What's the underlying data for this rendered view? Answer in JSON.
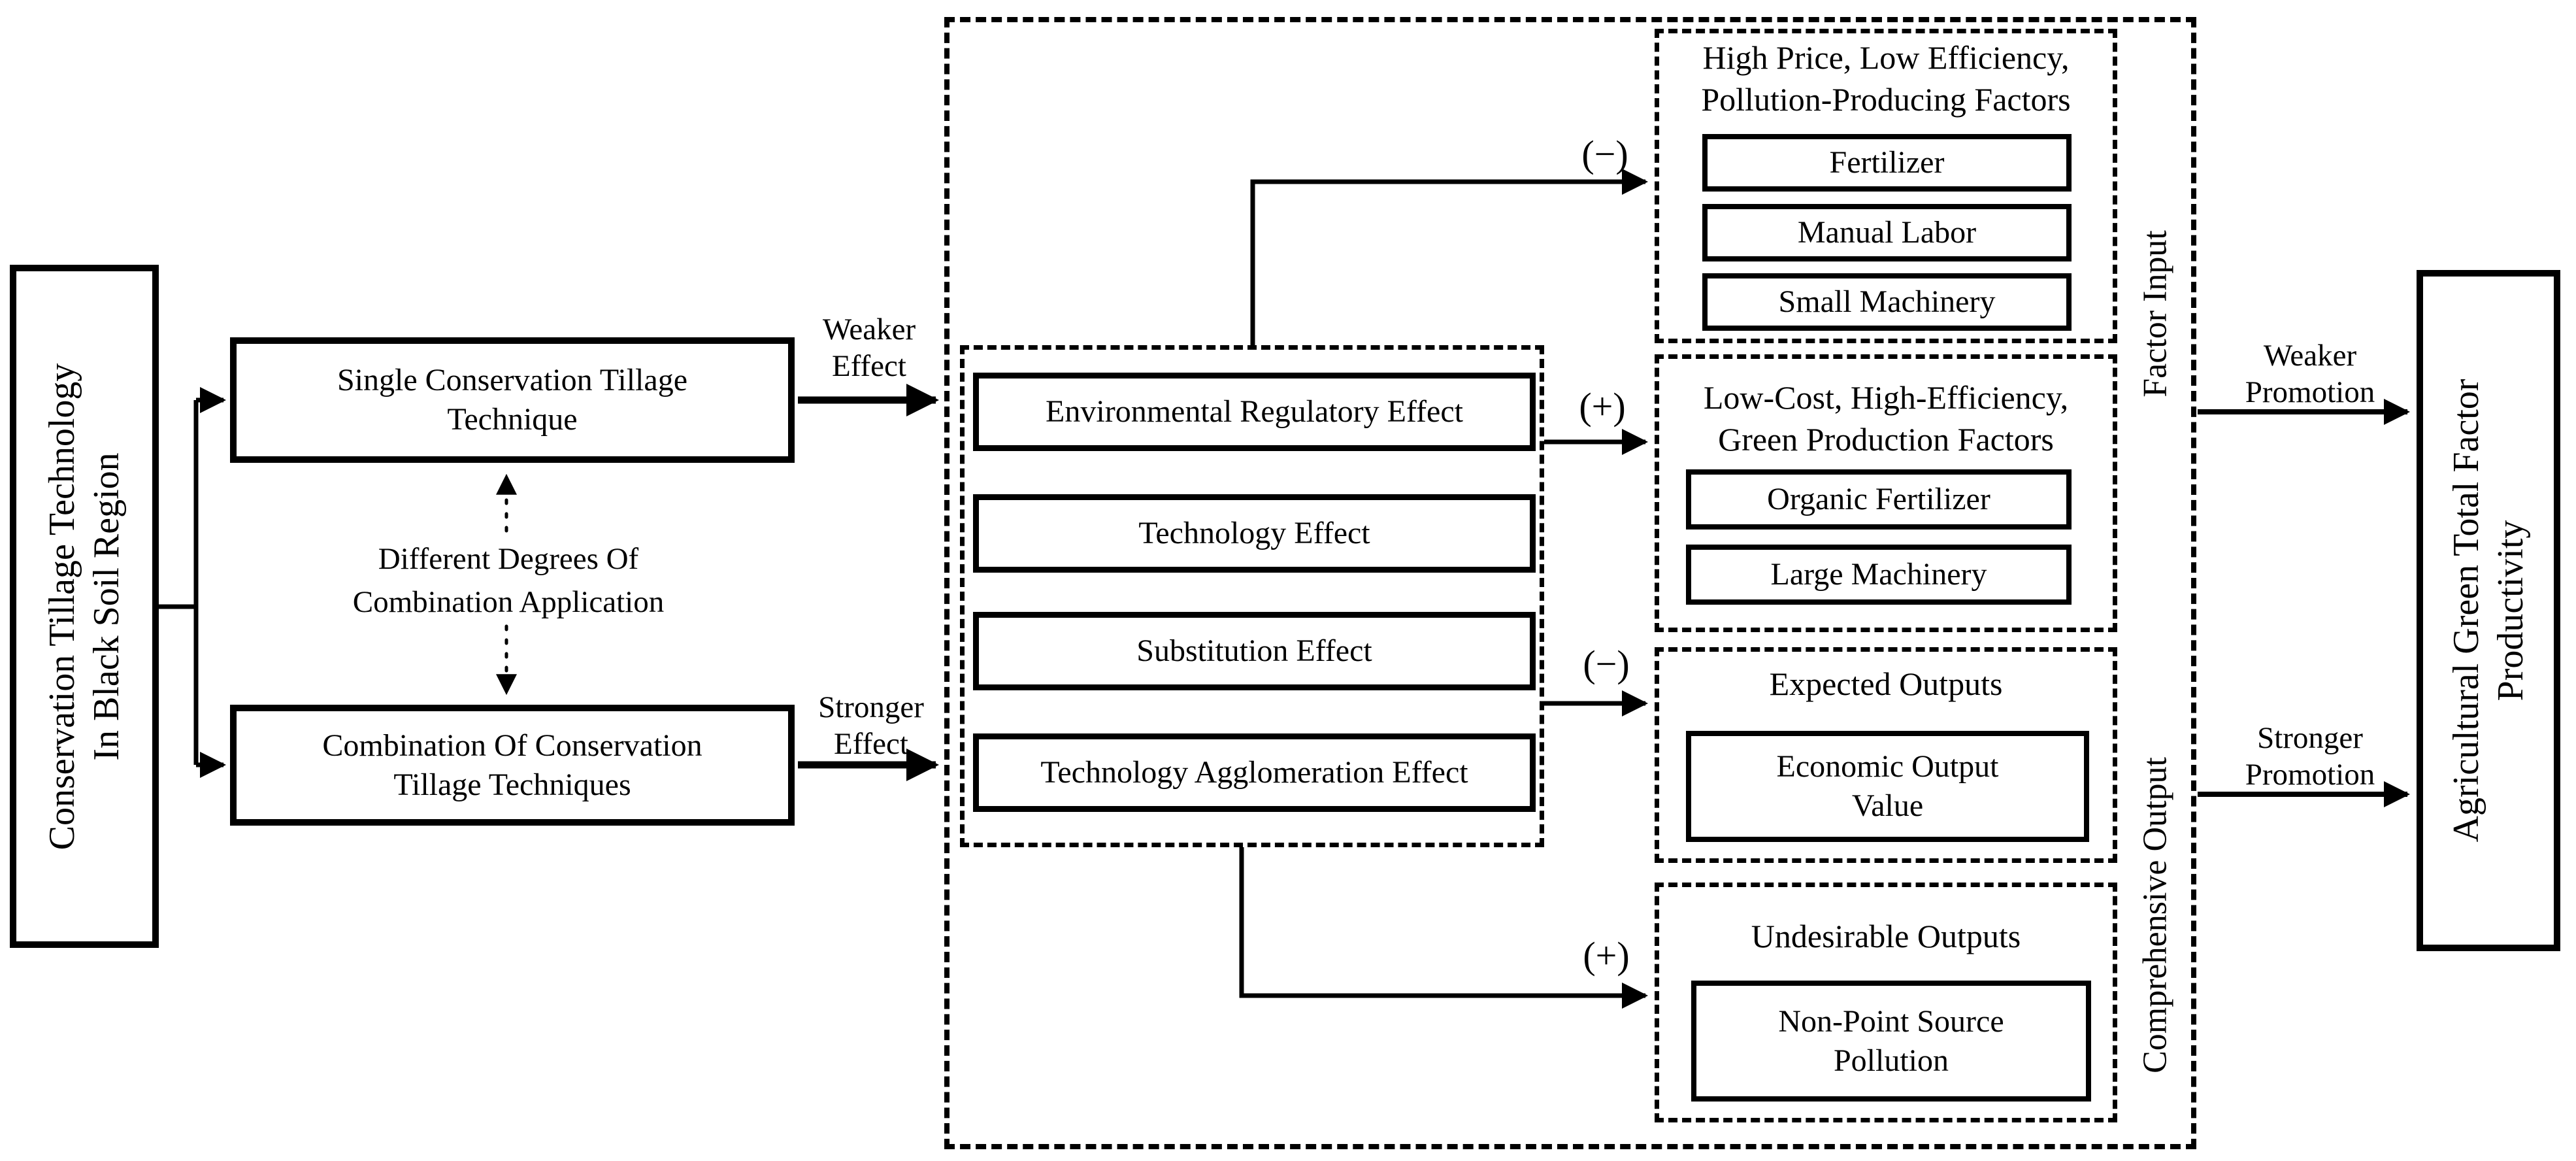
{
  "nodes": {
    "source": {
      "line1": "Conservation Tillage Technology",
      "line2": "In Black Soil Region"
    },
    "single": {
      "line1": "Single Conservation Tillage",
      "line2": "Technique"
    },
    "combination": {
      "line1": "Combination Of Conservation",
      "line2": "Tillage Techniques"
    },
    "combination_link": {
      "line1": "Different Degrees Of",
      "line2": "Combination Application"
    },
    "weaker_effect": {
      "line1": "Weaker",
      "line2": "Effect"
    },
    "stronger_effect": {
      "line1": "Stronger",
      "line2": "Effect"
    },
    "effects": [
      "Environmental Regulatory Effect",
      "Technology Effect",
      "Substitution Effect",
      "Technology Agglomeration Effect"
    ],
    "factor_groups": [
      {
        "title1": "High Price, Low Efficiency,",
        "title2": "Pollution-Producing Factors",
        "items": [
          "Fertilizer",
          "Manual Labor",
          "Small Machinery"
        ]
      },
      {
        "title1": "Low-Cost, High-Efficiency,",
        "title2": "Green Production Factors",
        "items": [
          "Organic Fertilizer",
          "Large Machinery"
        ]
      }
    ],
    "output_groups": [
      {
        "title": "Expected Outputs",
        "item_line1": "Economic Output",
        "item_line2": "Value"
      },
      {
        "title": "Undesirable Outputs",
        "item_line1": "Non-Point Source",
        "item_line2": "Pollution"
      }
    ],
    "side_factor_input": "Factor Input",
    "side_comprehensive_output": "Comprehensive Output",
    "weaker_promotion": {
      "line1": "Weaker",
      "line2": "Promotion"
    },
    "stronger_promotion": {
      "line1": "Stronger",
      "line2": "Promotion"
    },
    "target": {
      "line1": "Agricultural Green Total Factor",
      "line2": "Productivity"
    }
  },
  "signs": {
    "minus": "(−)",
    "plus": "(+)"
  },
  "colors": {
    "ink": "#000000",
    "paper": "#ffffff"
  }
}
